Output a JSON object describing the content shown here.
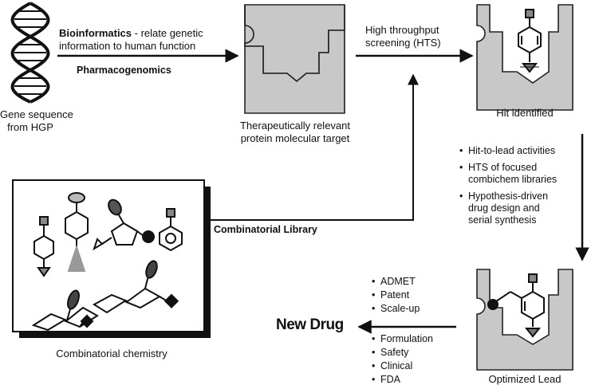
{
  "gene": {
    "line1": "Gene sequence",
    "line2": "from HGP"
  },
  "bioinformatics": {
    "bold": "Bioinformatics",
    "rest": " - relate genetic",
    "line2": "information to human function"
  },
  "pharmacogenomics": "Pharmacogenomics",
  "target": {
    "line1": "Therapeutically relevant",
    "line2": "protein molecular target"
  },
  "hts": {
    "line1": "High throughput",
    "line2": "screening (HTS)"
  },
  "hit": "Hit identified",
  "hit_to_lead": [
    {
      "line1": "Hit-to-lead activities"
    },
    {
      "line1": "HTS of focused",
      "line2": "combichem libraries"
    },
    {
      "line1": "Hypothesis-driven",
      "line2": "drug design and",
      "line3": "serial synthesis"
    }
  ],
  "combi_library": "Combinatorial Library",
  "combi_chem": "Combinatorial chemistry",
  "optimized": "Optimized Lead",
  "new_drug": "New Drug",
  "dev_upper": [
    "ADMET",
    "Patent",
    "Scale-up"
  ],
  "dev_lower": [
    "Formulation",
    "Safety",
    "Clinical",
    "FDA"
  ]
}
